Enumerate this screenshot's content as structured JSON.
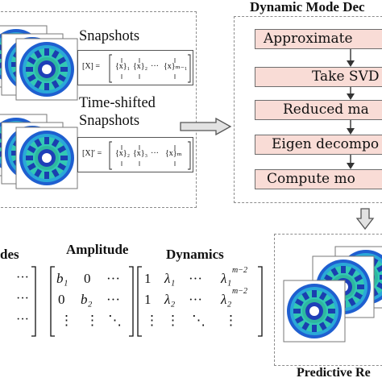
{
  "top_left": {
    "snapshots_label": "Snapshots",
    "shifted_label_line1": "Time-shifted",
    "shifted_label_line2": "Snapshots",
    "matrix1_lhs": "[X] =",
    "matrix1_entries": [
      "{x}₁",
      "{x}₂",
      "···",
      "{x}ₘ₋₁"
    ],
    "matrix2_lhs": "[X]′ =",
    "matrix2_entries": [
      "{x}₂",
      "{x}₃",
      "···",
      "{x}ₘ"
    ]
  },
  "dmd": {
    "title": "Dynamic Mode Dec",
    "steps": [
      "Approximate",
      "Take SVD",
      "Reduced ma",
      "Eigen decompo",
      "Compute mo"
    ]
  },
  "bottom": {
    "modes_label": "des",
    "amplitude_label": "Amplitude",
    "dynamics_label": "Dynamics",
    "amplitude_rows": [
      [
        "b₁",
        "0",
        "···"
      ],
      [
        "0",
        "b₂",
        "···"
      ],
      [
        "⋮",
        "⋮",
        "⋱"
      ]
    ],
    "dynamics_rows": [
      [
        "1",
        "λ₁",
        "···",
        "λ₁"
      ],
      [
        "1",
        "λ₂",
        "···",
        "λ₂"
      ],
      [
        "⋮",
        "⋮",
        "⋱",
        "⋮"
      ]
    ],
    "dynamics_exponent": "m−2",
    "predictive_label": "Predictive Re"
  },
  "colors": {
    "step_fill": "#f9dcd6",
    "motor_outer": "#1f5fd0",
    "motor_ring": "#32c8b4",
    "arrow_fill": "#e2e2e2"
  }
}
